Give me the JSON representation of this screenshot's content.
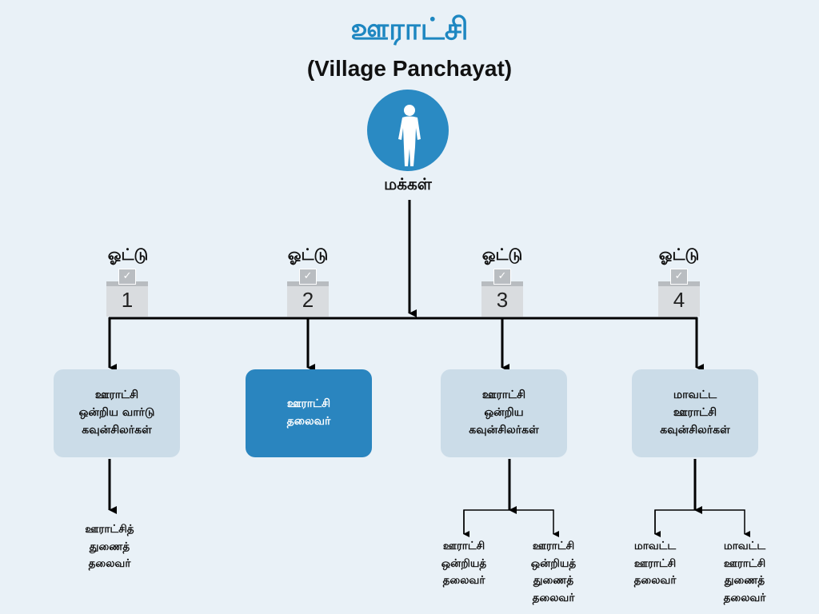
{
  "header": {
    "title": "ஊராட்சி",
    "subtitle": "(Village Panchayat)"
  },
  "people": {
    "label": "மக்கள்",
    "icon": "person-silhouette-icon"
  },
  "vote": {
    "label": "ஓட்டு",
    "ballots": [
      "1",
      "2",
      "3",
      "4"
    ]
  },
  "nodes": [
    "ஊராட்சி\nஒன்றிய வார்டு\nகவுன்சிலர்கள்",
    "ஊராட்சி\nதலைவர்",
    "ஊராட்சி\nஒன்றிய\nகவுன்சிலர்கள்",
    "மாவட்ட\nஊராட்சி\nகவுன்சிலர்கள்"
  ],
  "leaves": {
    "ward_deputy": "ஊராட்சித்\nதுணைத்\nதலைவர்",
    "union_chairman": "ஊராட்சி\nஒன்றியத்\nதலைவர்",
    "union_vice_chairman": "ஊராட்சி\nஒன்றியத்\nதுணைத்\nதலைவர்",
    "district_chairman": "மாவட்ட\nஊராட்சி\nதலைவர்",
    "district_vice_chairman": "மாவட்ட\nஊராட்சி\nதுணைத்\nதலைவர்"
  },
  "colors": {
    "background": "#e9f1f7",
    "accent": "#1e87c1",
    "node_light": "#cbdce8",
    "node_dark": "#2a85bf",
    "line": "#000000"
  }
}
